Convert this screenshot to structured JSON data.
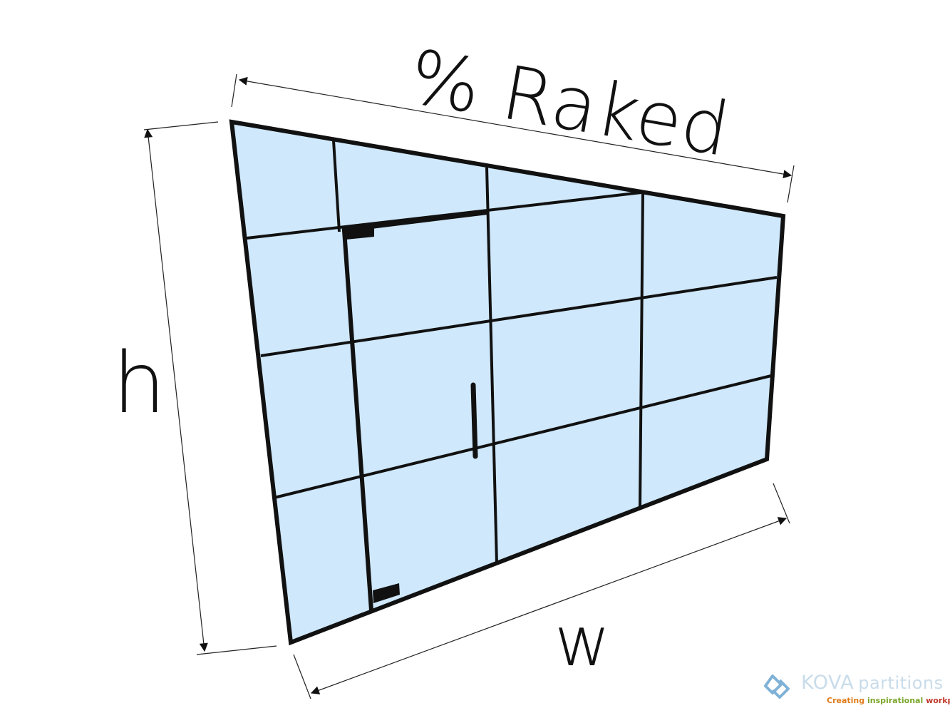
{
  "labels": {
    "top": "% Raked",
    "left": "h",
    "bottom": "w"
  },
  "logo": {
    "brand": "KOVA",
    "product": "partitions",
    "tagline_word1": "Creating",
    "tagline_word2": "inspirational",
    "tagline_word3": "workplaces"
  },
  "colors": {
    "glass": "#cfe8fc",
    "frame": "#111111",
    "dimension_line": "#222222",
    "tagline_word1": "#e07b1a",
    "tagline_word2": "#7aa62a",
    "tagline_word3": "#c0392b",
    "logo_brand": "#c9dcea"
  }
}
